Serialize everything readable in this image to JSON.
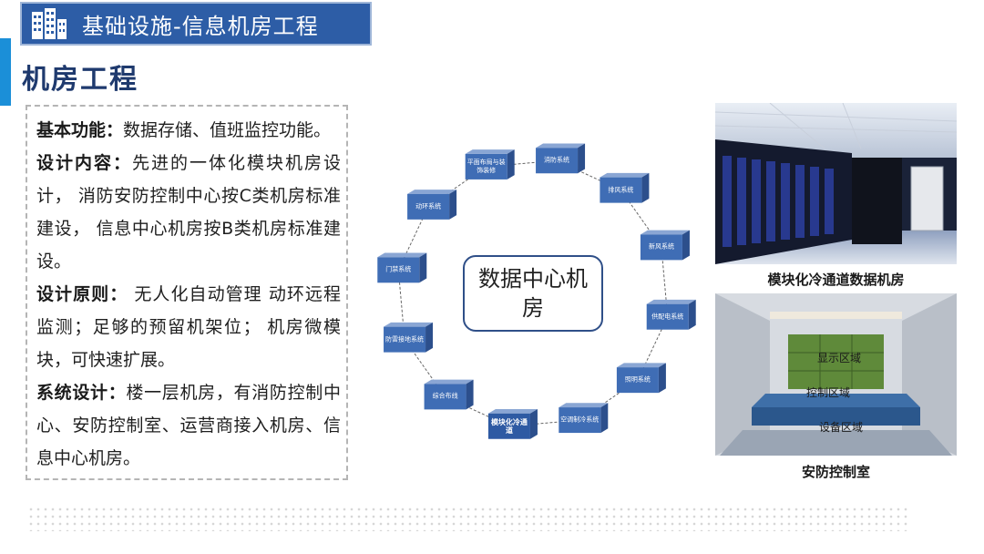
{
  "header": {
    "title": "基础设施-信息机房工程",
    "icon": "building-icon"
  },
  "section_title": "机房工程",
  "paragraphs": [
    {
      "label": "基本功能：",
      "text": "数据存储、值班监控功能。"
    },
    {
      "label": "设计内容：",
      "text": "先进的一体化模块机房设计， 消防安防控制中心按C类机房标准建设， 信息中心机房按B类机房标准建设。"
    },
    {
      "label": "设计原则：",
      "text": " 无人化自动管理 动环远程监测；足够的预留机架位； 机房微模块，可快速扩展。"
    },
    {
      "label": "系统设计：",
      "text": "楼一层机房，有消防控制中心、安防控制室、运营商接入机房、信息中心机房。"
    }
  ],
  "diagram": {
    "center": "数据中心机房",
    "nodes": [
      {
        "label": "消防系统"
      },
      {
        "label": "排风系统"
      },
      {
        "label": "新风系统"
      },
      {
        "label": "供配电系统"
      },
      {
        "label": "照明系统"
      },
      {
        "label": "空调制冷系统"
      },
      {
        "label": "模块化冷通道"
      },
      {
        "label": "综合布线"
      },
      {
        "label": "防雷接地系统"
      },
      {
        "label": "门禁系统"
      },
      {
        "label": "动环系统"
      },
      {
        "label": "平面布局与装饰装修"
      }
    ]
  },
  "photos": {
    "top_caption": "模块化冷通道数据机房",
    "bottom_caption": "安防控制室",
    "bottom_labels": {
      "display": "显示区域",
      "control": "控制区域",
      "equipment": "设备区域"
    }
  },
  "colors": {
    "header": "#2d5da6",
    "accent": "#1b8fd8",
    "node": "#3f6db5",
    "title": "#1f3a6e"
  }
}
